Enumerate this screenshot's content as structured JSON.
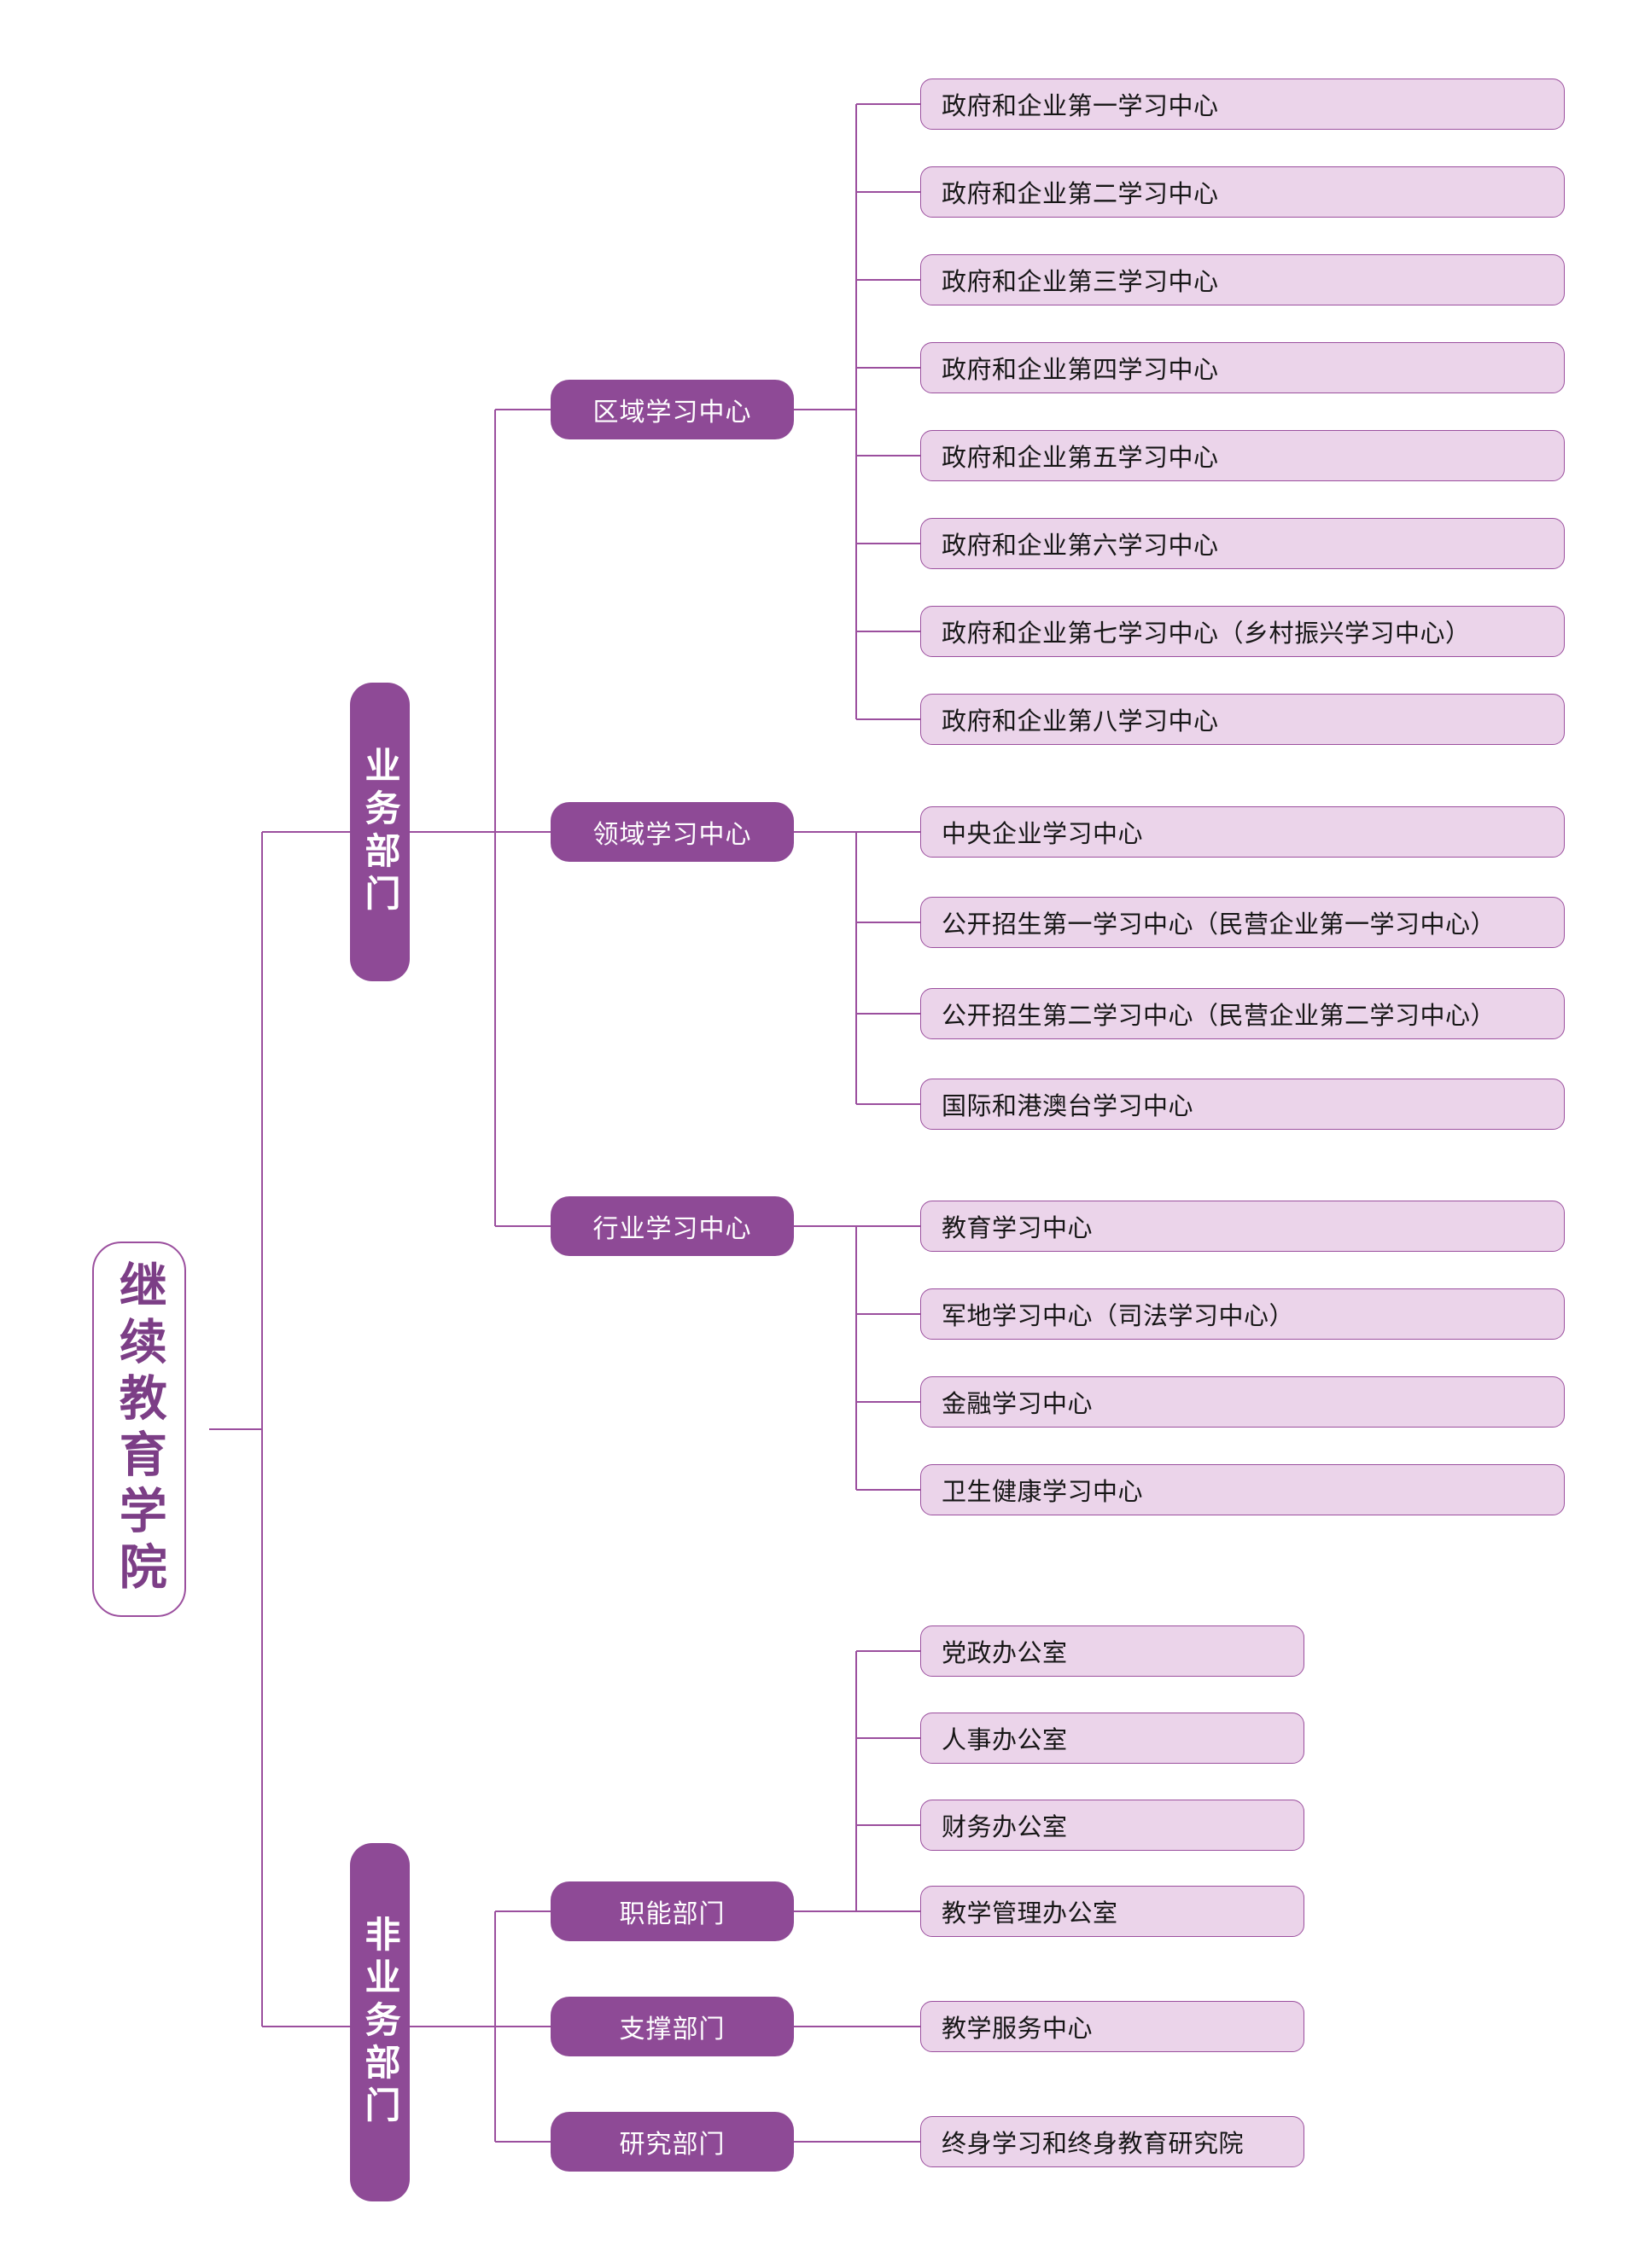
{
  "diagram": {
    "type": "organization-chart",
    "orientation": "left-to-right",
    "colors": {
      "accent_solid": "#8E4A96",
      "node_border": "#9B4F9E",
      "leaf_fill": "#EBD4EA",
      "root_text": "#7C3E86",
      "leaf_text": "#161616",
      "connector": "#9B4F9E",
      "background": "#FFFFFF"
    },
    "root": {
      "label": "继续教育学院"
    },
    "branches": [
      {
        "label": "业务部门",
        "groups": [
          {
            "label": "区域学习中心",
            "items": [
              "政府和企业第一学习中心",
              "政府和企业第二学习中心",
              "政府和企业第三学习中心",
              "政府和企业第四学习中心",
              "政府和企业第五学习中心",
              "政府和企业第六学习中心",
              "政府和企业第七学习中心（乡村振兴学习中心）",
              "政府和企业第八学习中心"
            ]
          },
          {
            "label": "领域学习中心",
            "items": [
              "中央企业学习中心",
              "公开招生第一学习中心（民营企业第一学习中心）",
              "公开招生第二学习中心（民营企业第二学习中心）",
              "国际和港澳台学习中心"
            ]
          },
          {
            "label": "行业学习中心",
            "items": [
              "教育学习中心",
              "军地学习中心（司法学习中心）",
              "金融学习中心",
              "卫生健康学习中心"
            ]
          }
        ]
      },
      {
        "label": "非业务部门",
        "groups": [
          {
            "label": "职能部门",
            "items": [
              "党政办公室",
              "人事办公室",
              "财务办公室",
              "教学管理办公室"
            ]
          },
          {
            "label": "支撑部门",
            "items": [
              "教学服务中心"
            ]
          },
          {
            "label": "研究部门",
            "items": [
              "终身学习和终身教育研究院"
            ]
          }
        ]
      }
    ]
  }
}
